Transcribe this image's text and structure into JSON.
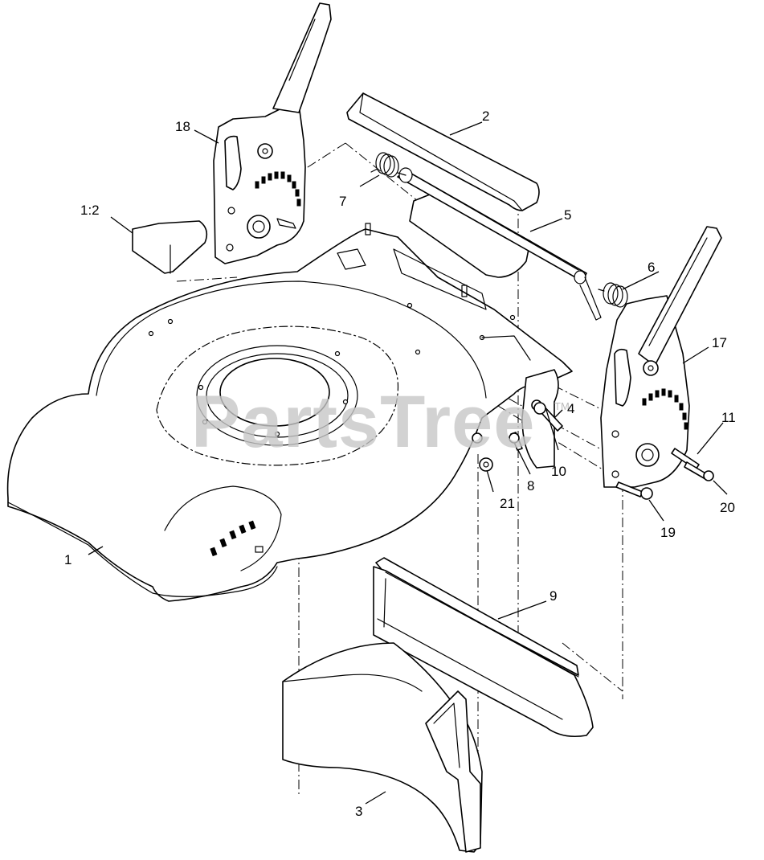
{
  "watermark": {
    "text": "PartsTree",
    "tm": "TM"
  },
  "callouts": [
    {
      "id": "1",
      "label": "1"
    },
    {
      "id": "1-2",
      "label": "1:2"
    },
    {
      "id": "2",
      "label": "2"
    },
    {
      "id": "3",
      "label": "3"
    },
    {
      "id": "4",
      "label": "4"
    },
    {
      "id": "5",
      "label": "5"
    },
    {
      "id": "6",
      "label": "6"
    },
    {
      "id": "7",
      "label": "7"
    },
    {
      "id": "8",
      "label": "8"
    },
    {
      "id": "9",
      "label": "9"
    },
    {
      "id": "10",
      "label": "10"
    },
    {
      "id": "11",
      "label": "11"
    },
    {
      "id": "17",
      "label": "17"
    },
    {
      "id": "18",
      "label": "18"
    },
    {
      "id": "19",
      "label": "19"
    },
    {
      "id": "20",
      "label": "20"
    },
    {
      "id": "21",
      "label": "21"
    }
  ]
}
